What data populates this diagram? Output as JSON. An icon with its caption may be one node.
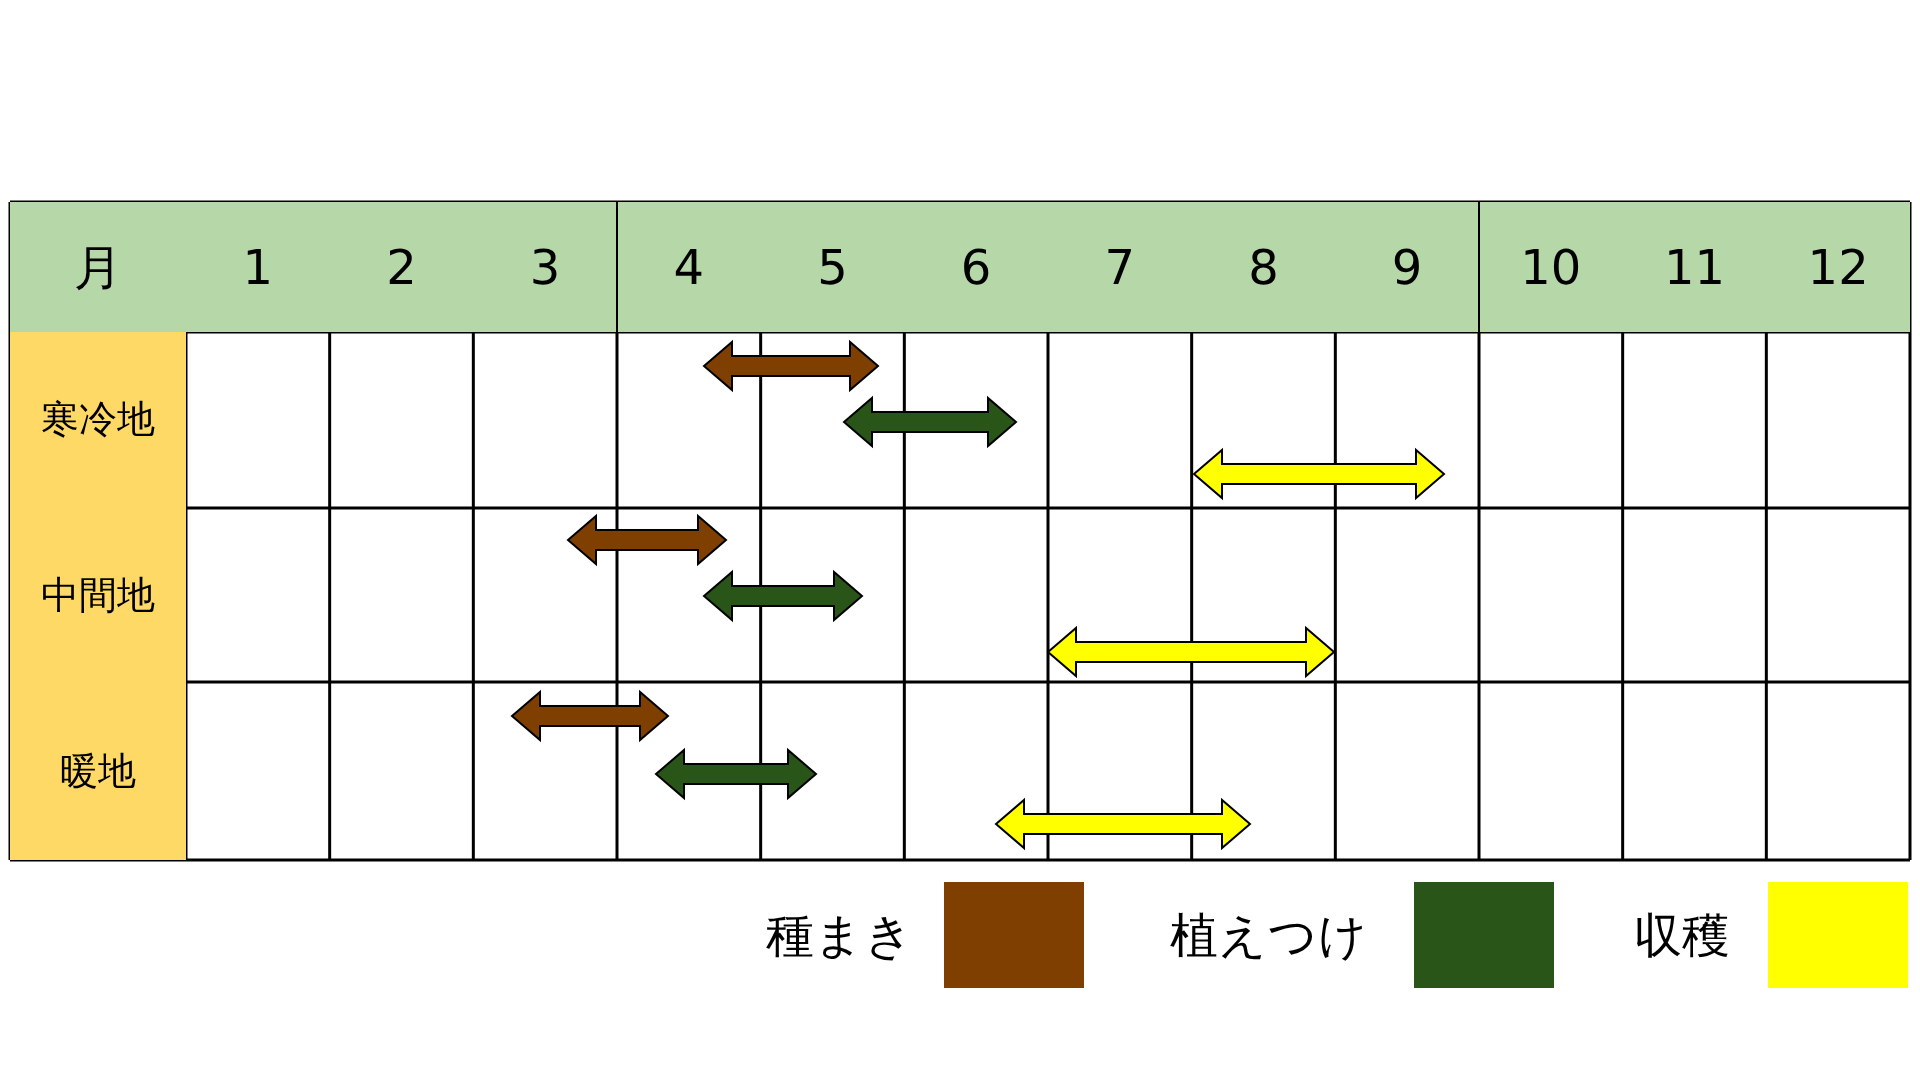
{
  "diagram": {
    "labels": [
      "月",
      "1",
      "2",
      "3",
      "4",
      "5",
      "6",
      "7",
      "8",
      "9",
      "10",
      "11",
      "12",
      "寒冷地",
      "中間地",
      "暖地"
    ],
    "legend": [
      {
        "text": "種まき",
        "color": "#7f3f00"
      },
      {
        "text": "植えつけ",
        "color": "#2a5518"
      },
      {
        "text": "収穫",
        "color": "#ffff00"
      }
    ]
  }
}
